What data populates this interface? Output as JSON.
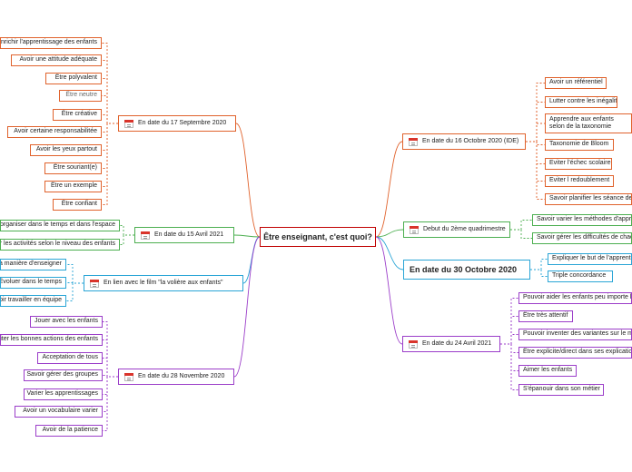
{
  "center": {
    "label": "Être enseignant, c'est quoi?"
  },
  "colors": {
    "orange": "#e0622c",
    "green": "#4caf50",
    "blue": "#2aa5d6",
    "purple": "#9b3dc9",
    "red": "#c00000"
  },
  "branches": {
    "sept": {
      "label": "En date du 17 Septembre 2020",
      "icon": "calendar-icon",
      "items": [
        "Enrichir l'apprentissage des enfants",
        "Avoir une attitude adéquate",
        "Être polyvalent",
        "Être neutre",
        "Être créative",
        "Avoir certaine responsabilitée",
        "Avoir les yeux partout",
        "Être souriant(e)",
        "Être un exemple",
        "Être confiant"
      ]
    },
    "avril15": {
      "label": "En date du 15 Avril 2021",
      "icon": "calendar-icon",
      "items": [
        "S'organiser dans le temps et dans l'espace",
        "Adapter les activités selon le niveau des enfants"
      ]
    },
    "film": {
      "label": "En lien avec le film \"la volière aux enfants\"",
      "icon": "calendar-icon",
      "items": [
        "Sa manière d'enseigner",
        "Évoluer dans le temps",
        "Savoir travailler en équipe"
      ]
    },
    "nov": {
      "label": "En date du 28 Novembre 2020",
      "icon": "calendar-icon",
      "items": [
        "Jouer avec les enfants",
        "Féliciter les bonnes actions des enfants",
        "Acceptation de tous",
        "Savoir gérer des groupes",
        "Varier les apprentissages",
        "Avoir un vocabulaire varier",
        "Avoir de la patience"
      ]
    },
    "oct16": {
      "label": "En date du 16 Octobre 2020 (IDE)",
      "icon": "calendar-icon",
      "items": [
        "Avoir un référentiel",
        "Lutter contre les inégalités",
        "Apprendre aux enfants selon de la taxonomie",
        "Taxonomie de Bloom",
        "Eviter l'échec scolaire",
        "Eviter l redoublement",
        "Savoir planifier les séance de cours"
      ]
    },
    "quad": {
      "label": "Debut du 2ème quadrimestre",
      "icon": "calendar-icon",
      "items": [
        "Savoir varier les méthodes d'apprentissage",
        "Savoir gérer les difficultés de chacun"
      ]
    },
    "oct30": {
      "label": "En date du 30 Octobre 2020",
      "items": [
        "Expliquer le but de l'apprentissage",
        "Triple concordance"
      ]
    },
    "avril24": {
      "label": "En date du 24 Avril 2021",
      "icon": "calendar-icon",
      "items": [
        "Pouvoir aider les enfants peu importe leur niveau",
        "Être très attentif",
        "Pouvoir inventer des variantes sur le moment",
        "Être explicite/direct dans ses explications",
        "Aimer les enfants",
        "S'épanouir dans son métier"
      ]
    }
  }
}
